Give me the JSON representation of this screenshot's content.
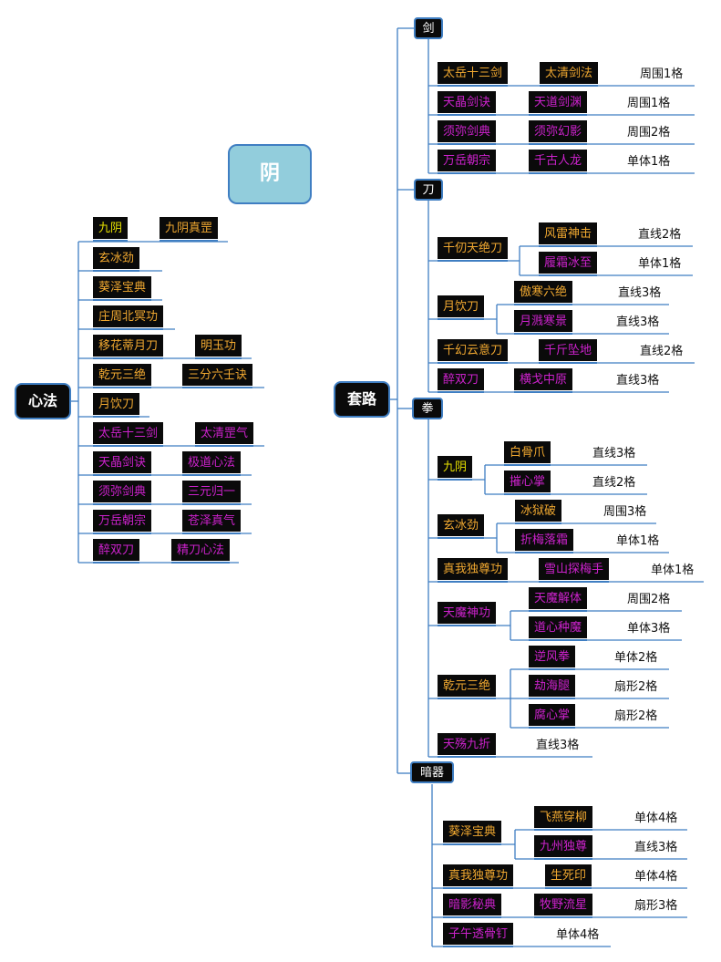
{
  "title": "阴",
  "colors": {
    "line": "#3f7ec2",
    "node_bg": "#0a0a0a",
    "yellow": "#e8e200",
    "orange": "#f0a830",
    "purple": "#cc22cc",
    "title_bg": "#92cddc"
  },
  "xinfa": {
    "label": "心法",
    "rows": [
      [
        "九阴",
        "九阴真罡"
      ],
      [
        "玄冰劲"
      ],
      [
        "葵泽宝典"
      ],
      [
        "庄周北冥功"
      ],
      [
        "移花蒂月刀",
        "明玉功"
      ],
      [
        "乾元三绝",
        "三分六壬诀"
      ],
      [
        "月饮刀"
      ],
      [
        "太岳十三剑",
        "太清罡气"
      ],
      [
        "天晶剑诀",
        "极道心法"
      ],
      [
        "须弥剑典",
        "三元归一"
      ],
      [
        "万岳朝宗",
        "苍泽真气"
      ],
      [
        "醉双刀",
        "精刀心法"
      ]
    ]
  },
  "taolu": {
    "label": "套路",
    "jian": {
      "label": "剑",
      "rows": [
        {
          "a": "太岳十三剑",
          "b": "太清剑法",
          "range": "周围1格"
        },
        {
          "a": "天晶剑诀",
          "b": "天道剑渊",
          "range": "周围1格"
        },
        {
          "a": "须弥剑典",
          "b": "须弥幻影",
          "range": "周围2格"
        },
        {
          "a": "万岳朝宗",
          "b": "千古人龙",
          "range": "单体1格"
        }
      ]
    },
    "dao": {
      "label": "刀",
      "groups": [
        {
          "name": "千仞天绝刀",
          "subs": [
            {
              "name": "风雷神击",
              "range": "直线2格"
            },
            {
              "name": "履霜冰至",
              "range": "单体1格"
            }
          ]
        },
        {
          "name": "月饮刀",
          "subs": [
            {
              "name": "傲寒六绝",
              "range": "直线3格"
            },
            {
              "name": "月溅寒景",
              "range": "直线3格"
            }
          ]
        },
        {
          "name": "千幻云意刀",
          "subs": [
            {
              "name": "千斤坠地",
              "range": "直线2格"
            }
          ]
        },
        {
          "name": "醉双刀",
          "subs": [
            {
              "name": "横戈中原",
              "range": "直线3格"
            }
          ]
        }
      ]
    },
    "quan": {
      "label": "拳",
      "groups": [
        {
          "name": "九阴",
          "subs": [
            {
              "name": "白骨爪",
              "range": "直线3格"
            },
            {
              "name": "摧心掌",
              "range": "直线2格"
            }
          ]
        },
        {
          "name": "玄冰劲",
          "subs": [
            {
              "name": "冰狱破",
              "range": "周围3格"
            },
            {
              "name": "折梅落霜",
              "range": "单体1格"
            }
          ]
        },
        {
          "name": "真我独尊功",
          "subs": [
            {
              "name": "雪山探梅手",
              "range": "单体1格"
            }
          ]
        },
        {
          "name": "天魔神功",
          "subs": [
            {
              "name": "天魔解体",
              "range": "周围2格"
            },
            {
              "name": "道心种魔",
              "range": "单体3格"
            }
          ]
        },
        {
          "name": "乾元三绝",
          "subs": [
            {
              "name": "逆风拳",
              "range": "单体2格"
            },
            {
              "name": "劫海腿",
              "range": "扇形2格"
            },
            {
              "name": "腐心掌",
              "range": "扇形2格"
            }
          ]
        },
        {
          "name": "天殇九折",
          "subs": [],
          "range": "直线3格"
        }
      ]
    },
    "anqi": {
      "label": "暗器",
      "groups": [
        {
          "name": "葵泽宝典",
          "subs": [
            {
              "name": "飞燕穿柳",
              "range": "单体4格"
            },
            {
              "name": "九州独尊",
              "range": "直线3格"
            }
          ]
        },
        {
          "name": "真我独尊功",
          "subs": [
            {
              "name": "生死印",
              "range": "单体4格"
            }
          ]
        },
        {
          "name": "暗影秘典",
          "subs": [
            {
              "name": "牧野流星",
              "range": "扇形3格"
            }
          ]
        },
        {
          "name": "子午透骨钉",
          "subs": [],
          "range": "单体4格"
        }
      ]
    }
  }
}
